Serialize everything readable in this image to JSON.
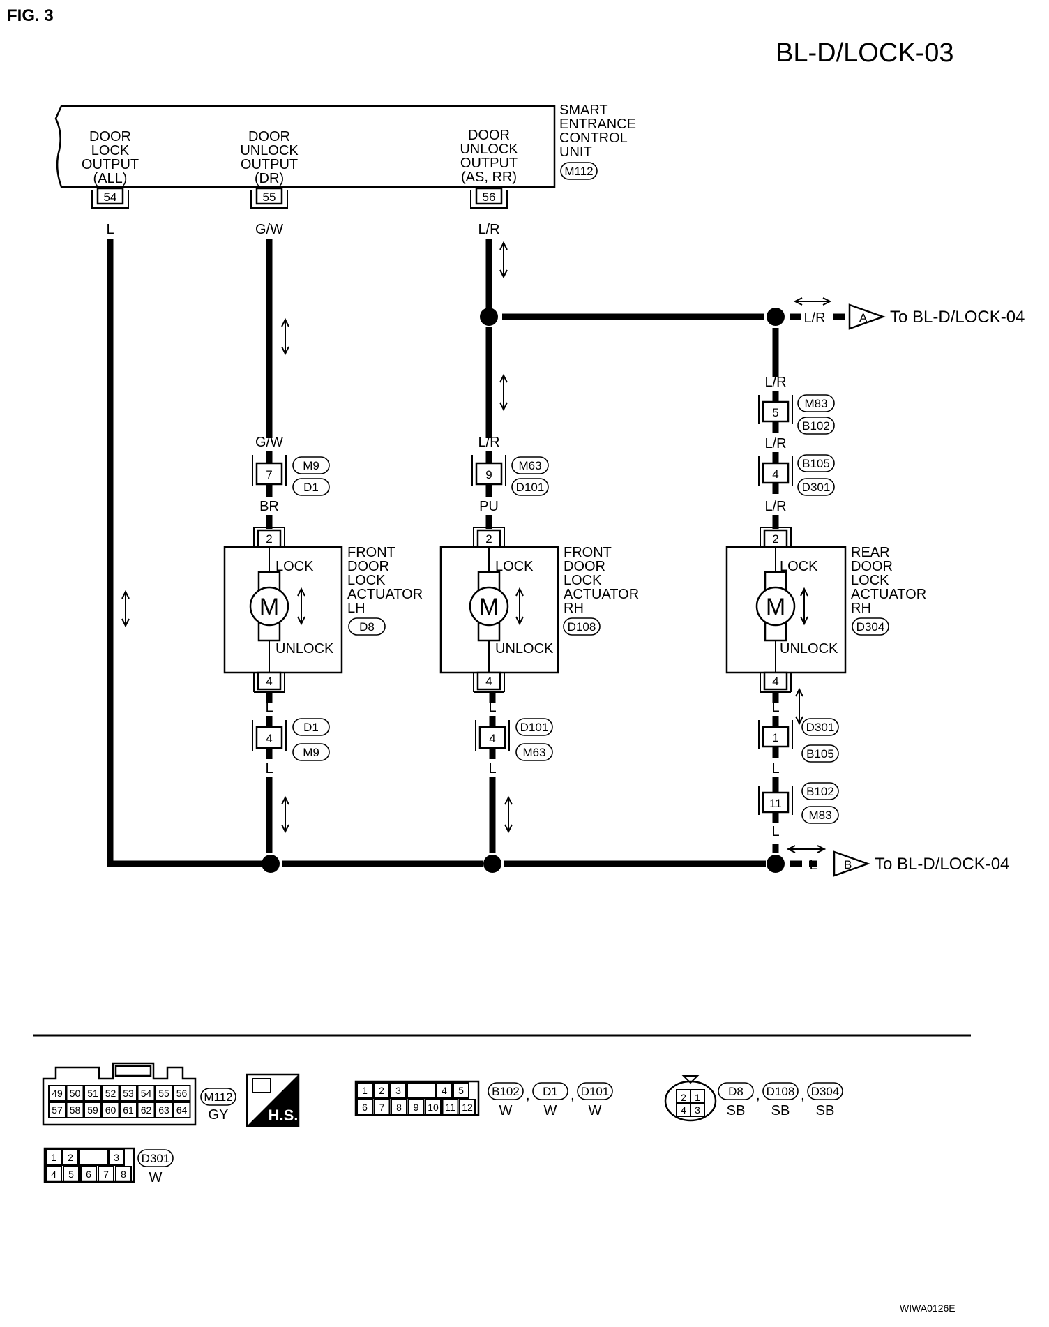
{
  "fig_label": "FIG. 3",
  "page_code": "BL-D/LOCK-03",
  "footer_code": "WIWA0126E",
  "unit": {
    "name_lines": [
      "SMART",
      "ENTRANCE",
      "CONTROL",
      "UNIT"
    ],
    "connector": "M112",
    "terminals": [
      {
        "pin": "54",
        "label_lines": [
          "DOOR",
          "LOCK",
          "OUTPUT",
          "(ALL)"
        ],
        "wire": "L"
      },
      {
        "pin": "55",
        "label_lines": [
          "DOOR",
          "UNLOCK",
          "OUTPUT",
          "(DR)"
        ],
        "wire": "G/W"
      },
      {
        "pin": "56",
        "label_lines": [
          "DOOR",
          "UNLOCK",
          "OUTPUT",
          "(AS, RR)"
        ],
        "wire": "L/R"
      }
    ]
  },
  "offpage": [
    {
      "letter": "A",
      "wire": "L/R",
      "text": "To BL-D/LOCK-04"
    },
    {
      "letter": "B",
      "wire": "L",
      "text": "To BL-D/LOCK-04"
    }
  ],
  "actuators": [
    {
      "name_lines": [
        "FRONT",
        "DOOR",
        "LOCK",
        "ACTUATOR",
        "LH"
      ],
      "connector": "D8",
      "lock": "LOCK",
      "unlock": "UNLOCK",
      "motor": "M",
      "pin_top": "2",
      "pin_bottom": "4",
      "upper_joint": {
        "pin": "7",
        "tags": [
          "M9",
          "D1"
        ],
        "wire_in": "G/W",
        "wire_out": "BR"
      },
      "lower_joint": {
        "pin": "4",
        "tags": [
          "D1",
          "M9"
        ],
        "wire_in": "L",
        "wire_out": "L"
      }
    },
    {
      "name_lines": [
        "FRONT",
        "DOOR",
        "LOCK",
        "ACTUATOR",
        "RH"
      ],
      "connector": "D108",
      "lock": "LOCK",
      "unlock": "UNLOCK",
      "motor": "M",
      "pin_top": "2",
      "pin_bottom": "4",
      "upper_joint": {
        "pin": "9",
        "tags": [
          "M63",
          "D101"
        ],
        "wire_in": "L/R",
        "wire_out": "PU"
      },
      "lower_joint": {
        "pin": "4",
        "tags": [
          "D101",
          "M63"
        ],
        "wire_in": "L",
        "wire_out": "L"
      }
    },
    {
      "name_lines": [
        "REAR",
        "DOOR",
        "LOCK",
        "ACTUATOR",
        "RH"
      ],
      "connector": "D304",
      "lock": "LOCK",
      "unlock": "UNLOCK",
      "motor": "M",
      "pin_top": "2",
      "pin_bottom": "4",
      "upper_joints": [
        {
          "pin": "5",
          "tags": [
            "M83",
            "B102"
          ],
          "wire_in": "L/R",
          "wire_out": "L/R"
        },
        {
          "pin": "4",
          "tags": [
            "B105",
            "D301"
          ],
          "wire_out": "L/R"
        }
      ],
      "lower_joints": [
        {
          "pin": "1",
          "tags": [
            "D301",
            "B105"
          ],
          "wire_in": "L",
          "wire_out": "L"
        },
        {
          "pin": "11",
          "tags": [
            "B102",
            "M83"
          ],
          "wire_out": "L"
        }
      ]
    }
  ],
  "connector_views": {
    "m112": {
      "row1": [
        "49",
        "50",
        "51",
        "52",
        "53",
        "54",
        "55",
        "56"
      ],
      "row2": [
        "57",
        "58",
        "59",
        "60",
        "61",
        "62",
        "63",
        "64"
      ],
      "tag": "M112",
      "color": "GY",
      "hs": "H.S."
    },
    "b102": {
      "row1": [
        "1",
        "2",
        "3",
        "",
        "4",
        "5"
      ],
      "row2": [
        "6",
        "7",
        "8",
        "9",
        "10",
        "11",
        "12"
      ],
      "tags": [
        "B102",
        "D1",
        "D101"
      ],
      "colors": [
        "W",
        "W",
        "W"
      ]
    },
    "d8": {
      "pins": [
        "2",
        "1",
        "4",
        "3"
      ],
      "tags": [
        "D8",
        "D108",
        "D304"
      ],
      "colors": [
        "SB",
        "SB",
        "SB"
      ]
    },
    "d301": {
      "row1": [
        "1",
        "2",
        "",
        "3"
      ],
      "row2": [
        "4",
        "5",
        "6",
        "7",
        "8"
      ],
      "tag": "D301",
      "color": "W"
    }
  }
}
